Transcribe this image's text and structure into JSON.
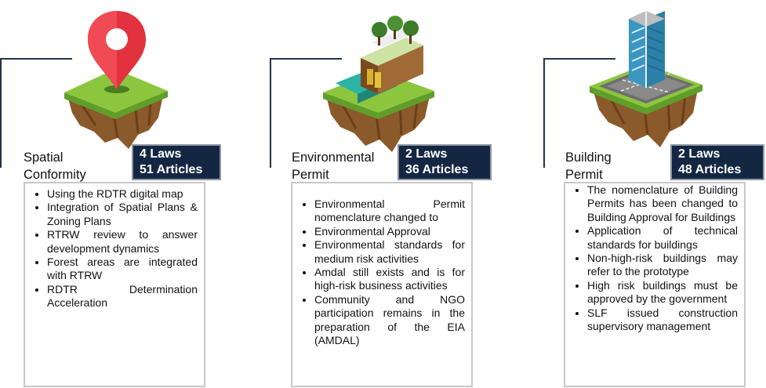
{
  "columns": [
    {
      "title_line1": "Spatial",
      "title_line2": "Conformity",
      "laws": "4 Laws",
      "articles": "51 Articles",
      "island_icon": "map-pin-icon",
      "items": [
        "Using the RDTR digital map",
        "Integration of Spatial Plans & Zoning Plans",
        "RTRW review to answer development dynamics",
        "Forest areas are integrated with RTRW",
        "RDTR Determination Acceleration"
      ]
    },
    {
      "title_line1": "Environmental",
      "title_line2": "Permit",
      "laws": "2 Laws",
      "articles": "36 Articles",
      "island_icon": "environment-pipe-icon",
      "items": [
        "Environmental Permit nomenclature changed to",
        "Environmental Approval",
        "Environmental standards for medium risk activities",
        "Amdal still exists and is for high-risk business activities",
        "Community and NGO participation remains in the preparation of the EIA (AMDAL)"
      ]
    },
    {
      "title_line1": "Building",
      "title_line2": "Permit",
      "laws": "2 Laws",
      "articles": "48 Articles",
      "island_icon": "building-icon",
      "items": [
        "The nomenclature of Building Permits has been changed to Building Approval for Buildings",
        "Application of technical standards for buildings",
        "Non-high-risk buildings may refer to the prototype",
        "High risk buildings must be approved by the government",
        "SLF issued construction supervisory management"
      ]
    }
  ],
  "colors": {
    "badge_bg": "#132742",
    "bracket": "#243447",
    "grass": "#8cc63f",
    "soil": "#8b5a2b",
    "pin": "#e2323f"
  }
}
